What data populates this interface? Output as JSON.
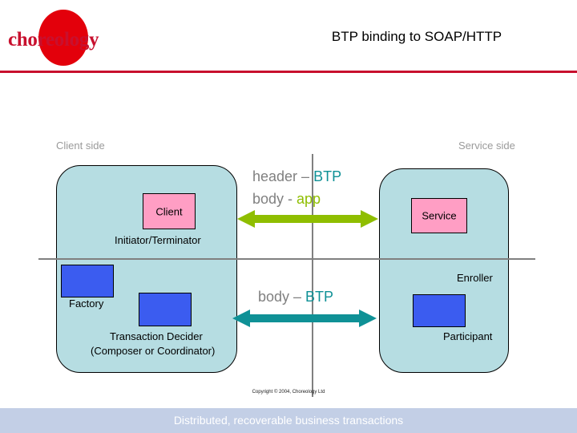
{
  "header": {
    "logo_text": "choreology",
    "logo_icon": "red-ellipse-logo",
    "title": "BTP binding to SOAP/HTTP",
    "rule_color": "#c8102e"
  },
  "diagram": {
    "client_side_label": "Client side",
    "service_side_label": "Service side",
    "client_box": {
      "role_label": "Client",
      "caption": "Initiator/Terminator",
      "fill": "#b6dde2",
      "role_fill": "#ff9ec4"
    },
    "service_box": {
      "role_label": "Service",
      "fill": "#b6dde2",
      "role_fill": "#ff9ec4"
    },
    "factory": {
      "caption": "Factory",
      "fill": "#3b5cf0"
    },
    "decider": {
      "caption_line1": "Transaction Decider",
      "caption_line2": "(Composer or Coordinator)",
      "fill": "#3b5cf0"
    },
    "enroller": {
      "caption": "Enroller"
    },
    "participant": {
      "caption": "Participant",
      "fill": "#3b5cf0"
    },
    "messages": {
      "top_line1_prefix": "header – ",
      "top_line1_highlight": "BTP",
      "top_line2_prefix": "body - ",
      "top_line2_highlight": "app",
      "bottom_prefix": "body – ",
      "bottom_highlight": "BTP"
    },
    "arrows": {
      "top_arrow_color": "#8fbe00",
      "bottom_arrow_color": "#0f9196"
    }
  },
  "footer": {
    "copyright": "Copyright © 2004, Choreology Ltd",
    "banner_text": "Distributed, recoverable business transactions",
    "banner_color": "#c3cfe6"
  }
}
